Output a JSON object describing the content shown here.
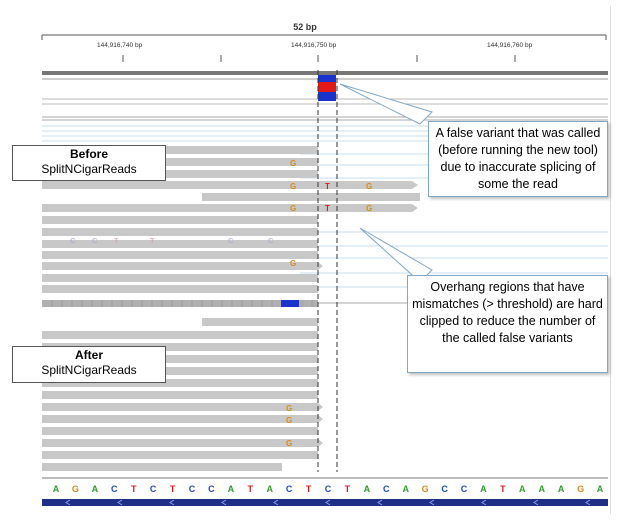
{
  "ruler": {
    "width_label": "52 bp",
    "coords": [
      "144,916,740 bp",
      "144,916,750 bp",
      "144,916,760 bp"
    ]
  },
  "labels": {
    "before": {
      "title": "Before",
      "tool": "SplitNCigarReads"
    },
    "after": {
      "title": "After",
      "tool": "SplitNCigarReads"
    }
  },
  "callouts": {
    "false_variant": "A false variant that was called (before running the new tool) due to inaccurate splicing of some the read",
    "overhang": "Overhang regions that have mismatches (> threshold) are hard clipped to reduce the number of the called false variants"
  },
  "mismatches": {
    "upper": [
      "G",
      "G",
      "T",
      "G",
      "G",
      "T",
      "G",
      "G"
    ],
    "faded": [
      "C",
      "C",
      "T",
      "T",
      "C",
      "C"
    ],
    "lower": [
      "G",
      "G",
      "G"
    ]
  },
  "sequence": [
    "A",
    "G",
    "A",
    "C",
    "T",
    "C",
    "T",
    "C",
    "C",
    "A",
    "T",
    "A",
    "C",
    "T",
    "C",
    "T",
    "A",
    "C",
    "A",
    "G",
    "C",
    "C",
    "A",
    "T",
    "A",
    "A",
    "A",
    "G",
    "A"
  ],
  "colors": {
    "A": "#2ca02c",
    "C": "#1f49c8",
    "G": "#d88a1a",
    "T": "#d62020",
    "read": "#c8c8c8",
    "variant_blue": "#1a33cc",
    "variant_red": "#e01818",
    "callout_border": "#7fa7c9"
  }
}
